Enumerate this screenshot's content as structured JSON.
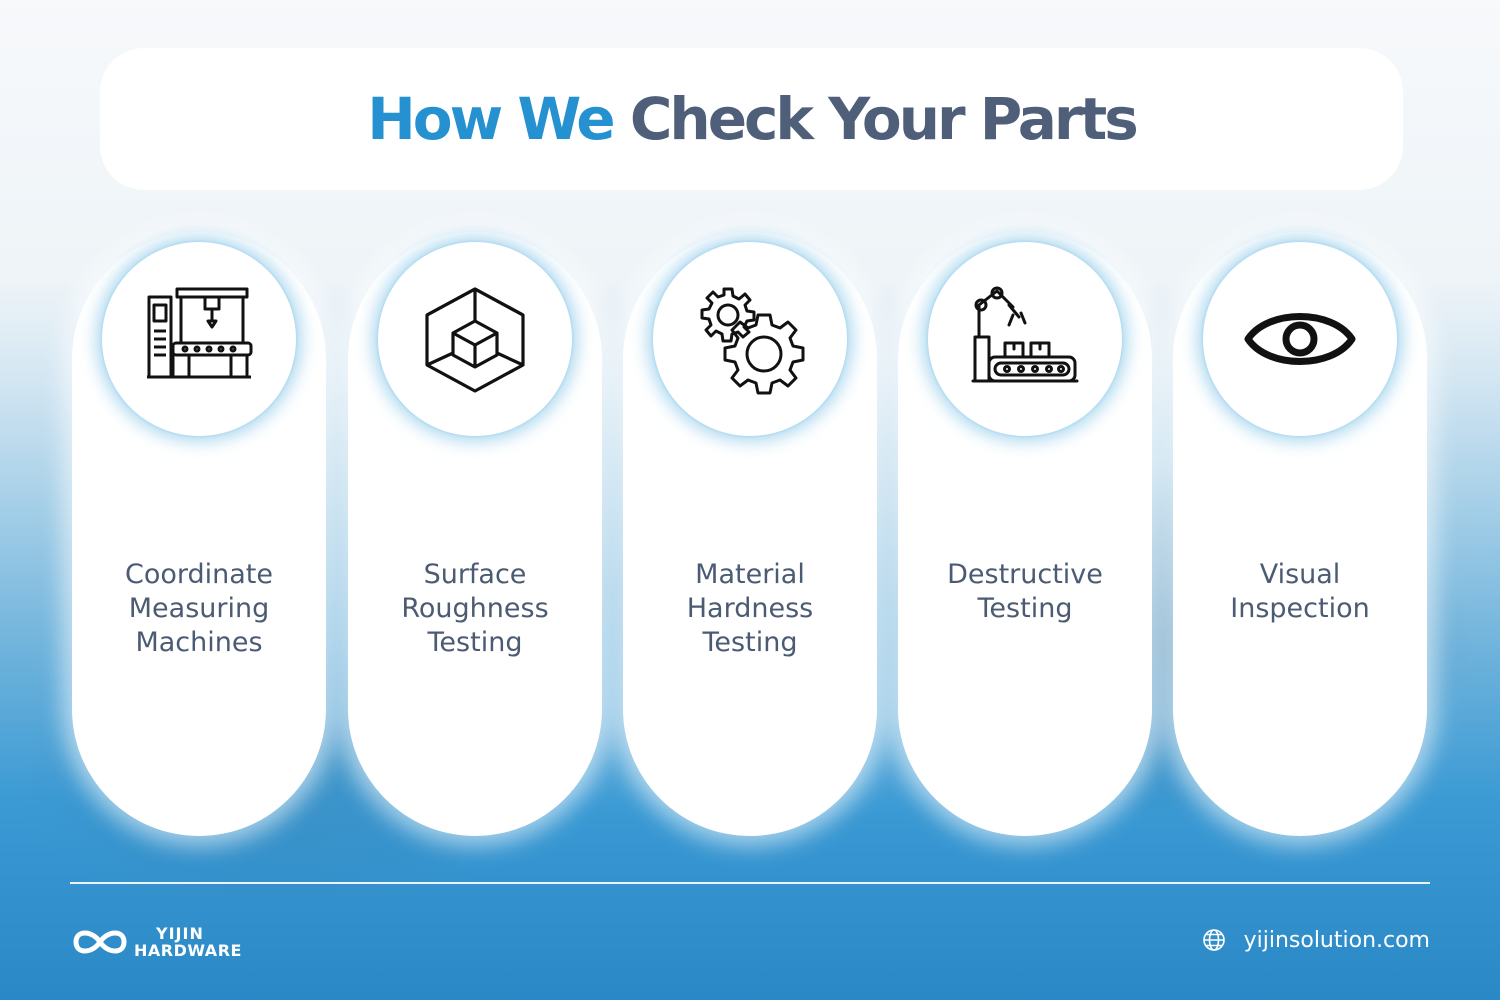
{
  "header": {
    "title_accent": "How We",
    "title_rest": "Check Your Parts"
  },
  "cards": [
    {
      "icon": "cmm-machine-icon",
      "label": "Coordinate\nMeasuring\nMachines"
    },
    {
      "icon": "cube-icon",
      "label": "Surface\nRoughness\nTesting"
    },
    {
      "icon": "gears-icon",
      "label": "Material\nHardness\nTesting"
    },
    {
      "icon": "robot-arm-conveyor-icon",
      "label": "Destructive\nTesting"
    },
    {
      "icon": "eye-icon",
      "label": "Visual\nInspection"
    }
  ],
  "footer": {
    "logo_line1": "YIJIN",
    "logo_line2": "HARDWARE",
    "website": "yijinsolution.com"
  },
  "colors": {
    "accent": "#2591d0",
    "title_gray": "#4f5f79",
    "label_gray": "#4b5b73"
  }
}
